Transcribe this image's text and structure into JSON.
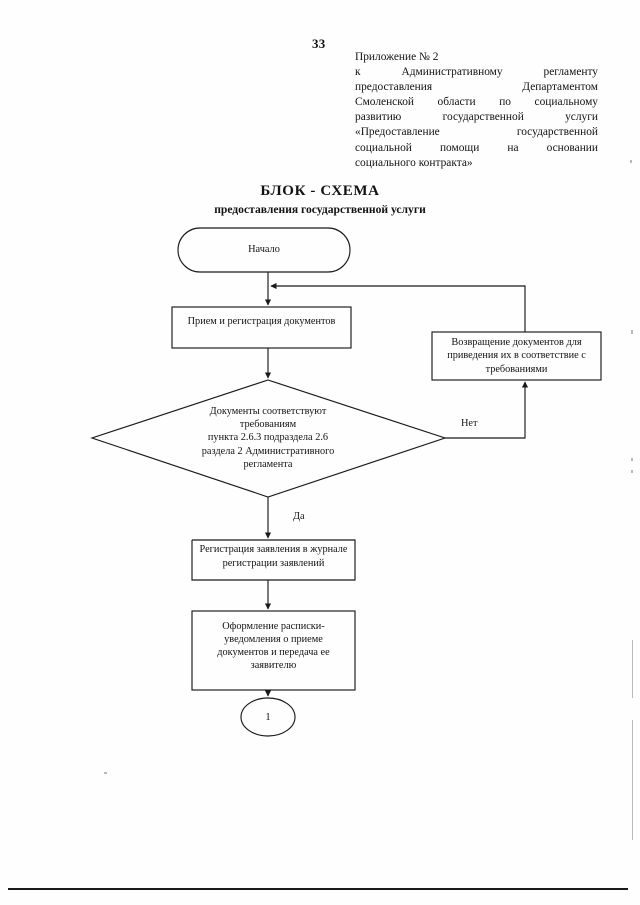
{
  "document": {
    "page_number": "33",
    "appendix": [
      "Приложение № 2",
      "к        Административному        регламенту",
      "предоставления                   Департаментом",
      "Смоленской    области    по    социальному",
      "развитию        государственной        услуги",
      "«Предоставление                государственной",
      "социальной     помощи     на     основании",
      "социального контракта»"
    ],
    "title": "БЛОК - СХЕМА",
    "subtitle": "предоставления государственной услуги"
  },
  "chart_data": {
    "type": "diagram",
    "title": "БЛОК - СХЕМА",
    "subtitle": "предоставления государственной услуги",
    "nodes": [
      {
        "id": "start",
        "shape": "terminator",
        "label": "Начало"
      },
      {
        "id": "intake",
        "shape": "process",
        "label": "Прием и регистрация документов"
      },
      {
        "id": "return",
        "shape": "process",
        "label": "Возвращение документов для\nприведения их в соответствие с\nтребованиями"
      },
      {
        "id": "decision",
        "shape": "decision",
        "label": "Документы соответствуют\nтребованиям\nпункта 2.6.3  подраздела 2.6\nраздела  2 Административного\nрегламента"
      },
      {
        "id": "register",
        "shape": "process",
        "label": "Регистрация заявления в журнале\nрегистрации заявлений"
      },
      {
        "id": "receipt",
        "shape": "process",
        "label": "Оформление расписки-\nуведомления о приеме\nдокументов и передача ее\nзаявителю"
      },
      {
        "id": "connector",
        "shape": "connector",
        "label": "1"
      }
    ],
    "edges": [
      {
        "from": "start",
        "to": "intake",
        "label": ""
      },
      {
        "from": "intake",
        "to": "decision",
        "label": ""
      },
      {
        "from": "decision",
        "to": "return",
        "label": "Нет"
      },
      {
        "from": "decision",
        "to": "register",
        "label": "Да"
      },
      {
        "from": "return",
        "to": "intake",
        "label": ""
      },
      {
        "from": "register",
        "to": "receipt",
        "label": ""
      },
      {
        "from": "receipt",
        "to": "connector",
        "label": ""
      }
    ],
    "labels": {
      "yes": "Да",
      "no": "Нет"
    }
  }
}
